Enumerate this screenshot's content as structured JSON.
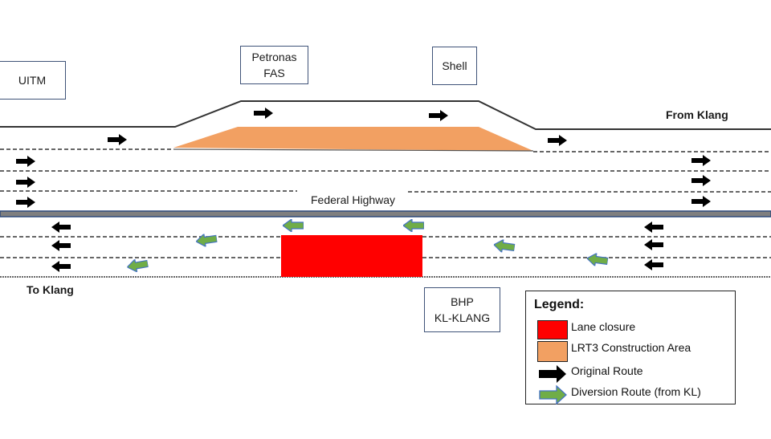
{
  "title": "Federal Highway lane closure and diversion diagram",
  "landmarks": {
    "uitm": "UITM",
    "petronas_line1": "Petronas",
    "petronas_line2": "FAS",
    "shell": "Shell",
    "bhp_line1": "BHP",
    "bhp_line2": "KL-KLANG"
  },
  "road_labels": {
    "from_klang": "From Klang",
    "to_klang": "To Klang",
    "federal_highway": "Federal Highway"
  },
  "legend": {
    "title": "Legend:",
    "items": [
      {
        "label": "Lane closure",
        "symbol": "swatch",
        "color": "#ff0000"
      },
      {
        "label": "LRT3 Construction Area",
        "symbol": "swatch",
        "color": "#f2a062"
      },
      {
        "label": "Original Route",
        "symbol": "arrow-right-icon",
        "color": "#000000"
      },
      {
        "label": "Diversion Route (from KL)",
        "symbol": "arrow-right-icon",
        "color": "#70ad47"
      }
    ]
  },
  "colors": {
    "lane_closure": "#ff0000",
    "construction": "#f2a062",
    "original_route": "#000000",
    "diversion_route": "#70ad47",
    "diversion_outline": "#4472c4",
    "median": "#7f7f7f",
    "median_border": "#2f4a7a"
  }
}
